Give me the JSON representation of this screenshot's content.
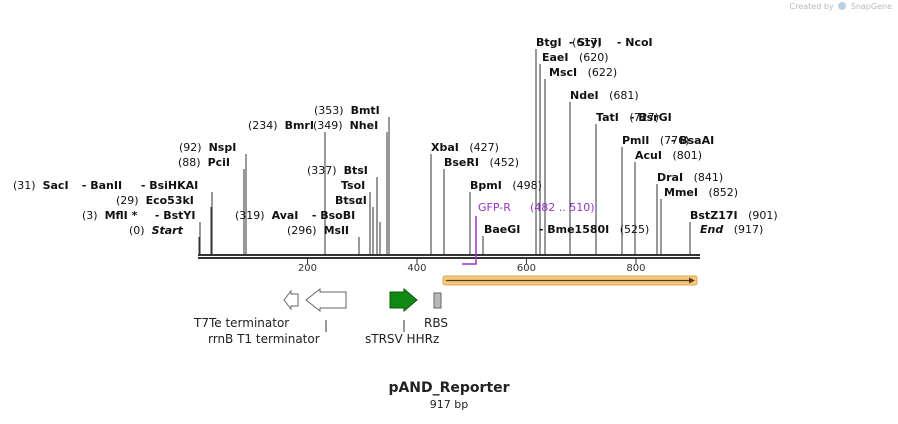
{
  "app": {
    "watermark_prefix": "Created by",
    "watermark_brand": "SnapGene"
  },
  "map": {
    "name": "pAND_Reporter",
    "length_label": "917 bp",
    "length": 917
  },
  "colors": {
    "line": "#333333",
    "primer": "#9933cc",
    "orf_fill": "#f5c97f",
    "orf_border": "#e0a550",
    "terminator_fill": "#ffffff",
    "ribozyme_fill": "#118811",
    "rbs_fill": "#b8b8b8"
  },
  "ticks": [
    {
      "pos": 200,
      "label": "200"
    },
    {
      "pos": 400,
      "label": "400"
    },
    {
      "pos": 600,
      "label": "600"
    },
    {
      "pos": 800,
      "label": "800"
    }
  ],
  "sites": [
    {
      "id": "btgi",
      "prefix": "",
      "name": "BtgI",
      "suffix": "",
      "pos": "(617)"
    },
    {
      "id": "styi",
      "prefix": " - ",
      "name": "StyI",
      "suffix": "",
      "pos": ""
    },
    {
      "id": "ncoi",
      "prefix": " - ",
      "name": "NcoI",
      "suffix": "",
      "pos": ""
    },
    {
      "id": "eaei",
      "prefix": "",
      "name": "EaeI",
      "suffix": "",
      "pos": "(620)"
    },
    {
      "id": "msci",
      "prefix": "",
      "name": "MscI",
      "suffix": "",
      "pos": "(622)"
    },
    {
      "id": "ndei",
      "prefix": "",
      "name": "NdeI",
      "suffix": "",
      "pos": "(681)"
    },
    {
      "id": "tati",
      "prefix": "",
      "name": "TatI",
      "suffix": "",
      "pos": "(727)"
    },
    {
      "id": "bsrgi",
      "prefix": " - ",
      "name": "BsrGI",
      "suffix": "",
      "pos": ""
    },
    {
      "id": "pmli",
      "prefix": "",
      "name": "PmlI",
      "suffix": "",
      "pos": "(776)"
    },
    {
      "id": "bsaai",
      "prefix": " - ",
      "name": "BsaAI",
      "suffix": "",
      "pos": ""
    },
    {
      "id": "acui",
      "prefix": "",
      "name": "AcuI",
      "suffix": "",
      "pos": "(801)"
    },
    {
      "id": "drai",
      "prefix": "",
      "name": "DraI",
      "suffix": "",
      "pos": "(841)"
    },
    {
      "id": "mmei",
      "prefix": "",
      "name": "MmeI",
      "suffix": "",
      "pos": "(852)"
    },
    {
      "id": "bstz17i",
      "prefix": "",
      "name": "BstZ17I",
      "suffix": "",
      "pos": "(901)"
    },
    {
      "id": "end",
      "prefix": "",
      "name": "End",
      "suffix": "",
      "pos": "(917)"
    },
    {
      "id": "bmti",
      "prefix": "(353)  ",
      "name": "BmtI",
      "suffix": "",
      "pos": ""
    },
    {
      "id": "bmri",
      "prefix": "(234)  ",
      "name": "BmrI",
      "suffix": "",
      "pos": ""
    },
    {
      "id": "nhei",
      "prefix": "(349)  ",
      "name": "NheI",
      "suffix": "",
      "pos": ""
    },
    {
      "id": "xbai",
      "prefix": "",
      "name": "XbaI",
      "suffix": "",
      "pos": "(427)"
    },
    {
      "id": "bseri",
      "prefix": "",
      "name": "BseRI",
      "suffix": "",
      "pos": "(452)"
    },
    {
      "id": "bpmi",
      "prefix": "",
      "name": "BpmI",
      "suffix": "",
      "pos": "(498)"
    },
    {
      "id": "baegi",
      "prefix": "",
      "name": "BaeGI",
      "suffix": "",
      "pos": ""
    },
    {
      "id": "bme1580i",
      "prefix": " - ",
      "name": "Bme1580I",
      "suffix": "",
      "pos": "(525)"
    },
    {
      "id": "nspi",
      "prefix": "(92)  ",
      "name": "NspI",
      "suffix": "",
      "pos": ""
    },
    {
      "id": "pcii",
      "prefix": "(88)  ",
      "name": "PciI",
      "suffix": "",
      "pos": ""
    },
    {
      "id": "saci",
      "prefix": "(31)  ",
      "name": "SacI",
      "suffix": "",
      "pos": ""
    },
    {
      "id": "banii",
      "prefix": " - ",
      "name": "BanII",
      "suffix": "",
      "pos": ""
    },
    {
      "id": "bsihkai",
      "prefix": " - ",
      "name": "BsiHKAI",
      "suffix": "",
      "pos": ""
    },
    {
      "id": "eco53ki",
      "prefix": "(29)  ",
      "name": "Eco53kI",
      "suffix": "",
      "pos": ""
    },
    {
      "id": "mfli",
      "prefix": "(3)  ",
      "name": "MflI",
      "suffix": " *",
      "pos": ""
    },
    {
      "id": "bstyi",
      "prefix": " - ",
      "name": "BstYI",
      "suffix": "",
      "pos": ""
    },
    {
      "id": "start",
      "prefix": "(0)  ",
      "name": "Start",
      "suffix": "",
      "pos": ""
    },
    {
      "id": "btsi",
      "prefix": "(337)  ",
      "name": "BtsI",
      "suffix": "",
      "pos": ""
    },
    {
      "id": "tsoi",
      "prefix": "",
      "name": "TsoI",
      "suffix": "",
      "pos": ""
    },
    {
      "id": "btsai",
      "prefix": "",
      "name": "BtsαI",
      "suffix": "",
      "pos": ""
    },
    {
      "id": "avai",
      "prefix": "(319)  ",
      "name": "AvaI",
      "suffix": "",
      "pos": ""
    },
    {
      "id": "bsobi",
      "prefix": " - ",
      "name": "BsoBI",
      "suffix": "",
      "pos": ""
    },
    {
      "id": "msli",
      "prefix": "(296)  ",
      "name": "MslI",
      "suffix": "",
      "pos": ""
    }
  ],
  "primer": {
    "name": "GFP-R",
    "range": "(482 .. 510)",
    "start": 482,
    "end": 510
  },
  "features": [
    {
      "id": "t7te",
      "label": "T7Te terminator",
      "type": "terminator",
      "direction": "reverse",
      "start": 160,
      "end": 190
    },
    {
      "id": "rrnb",
      "label": "rrnB T1 terminator",
      "type": "terminator",
      "direction": "reverse",
      "start": 200,
      "end": 276
    },
    {
      "id": "strsv",
      "label": "sTRSV HHRz",
      "type": "ribozyme",
      "direction": "forward",
      "start": 350,
      "end": 402
    },
    {
      "id": "rbs",
      "label": "RBS",
      "type": "rbs",
      "direction": "none",
      "start": 420,
      "end": 434
    },
    {
      "id": "orf",
      "label": "",
      "type": "orf",
      "direction": "forward",
      "start": 446,
      "end": 917
    }
  ]
}
